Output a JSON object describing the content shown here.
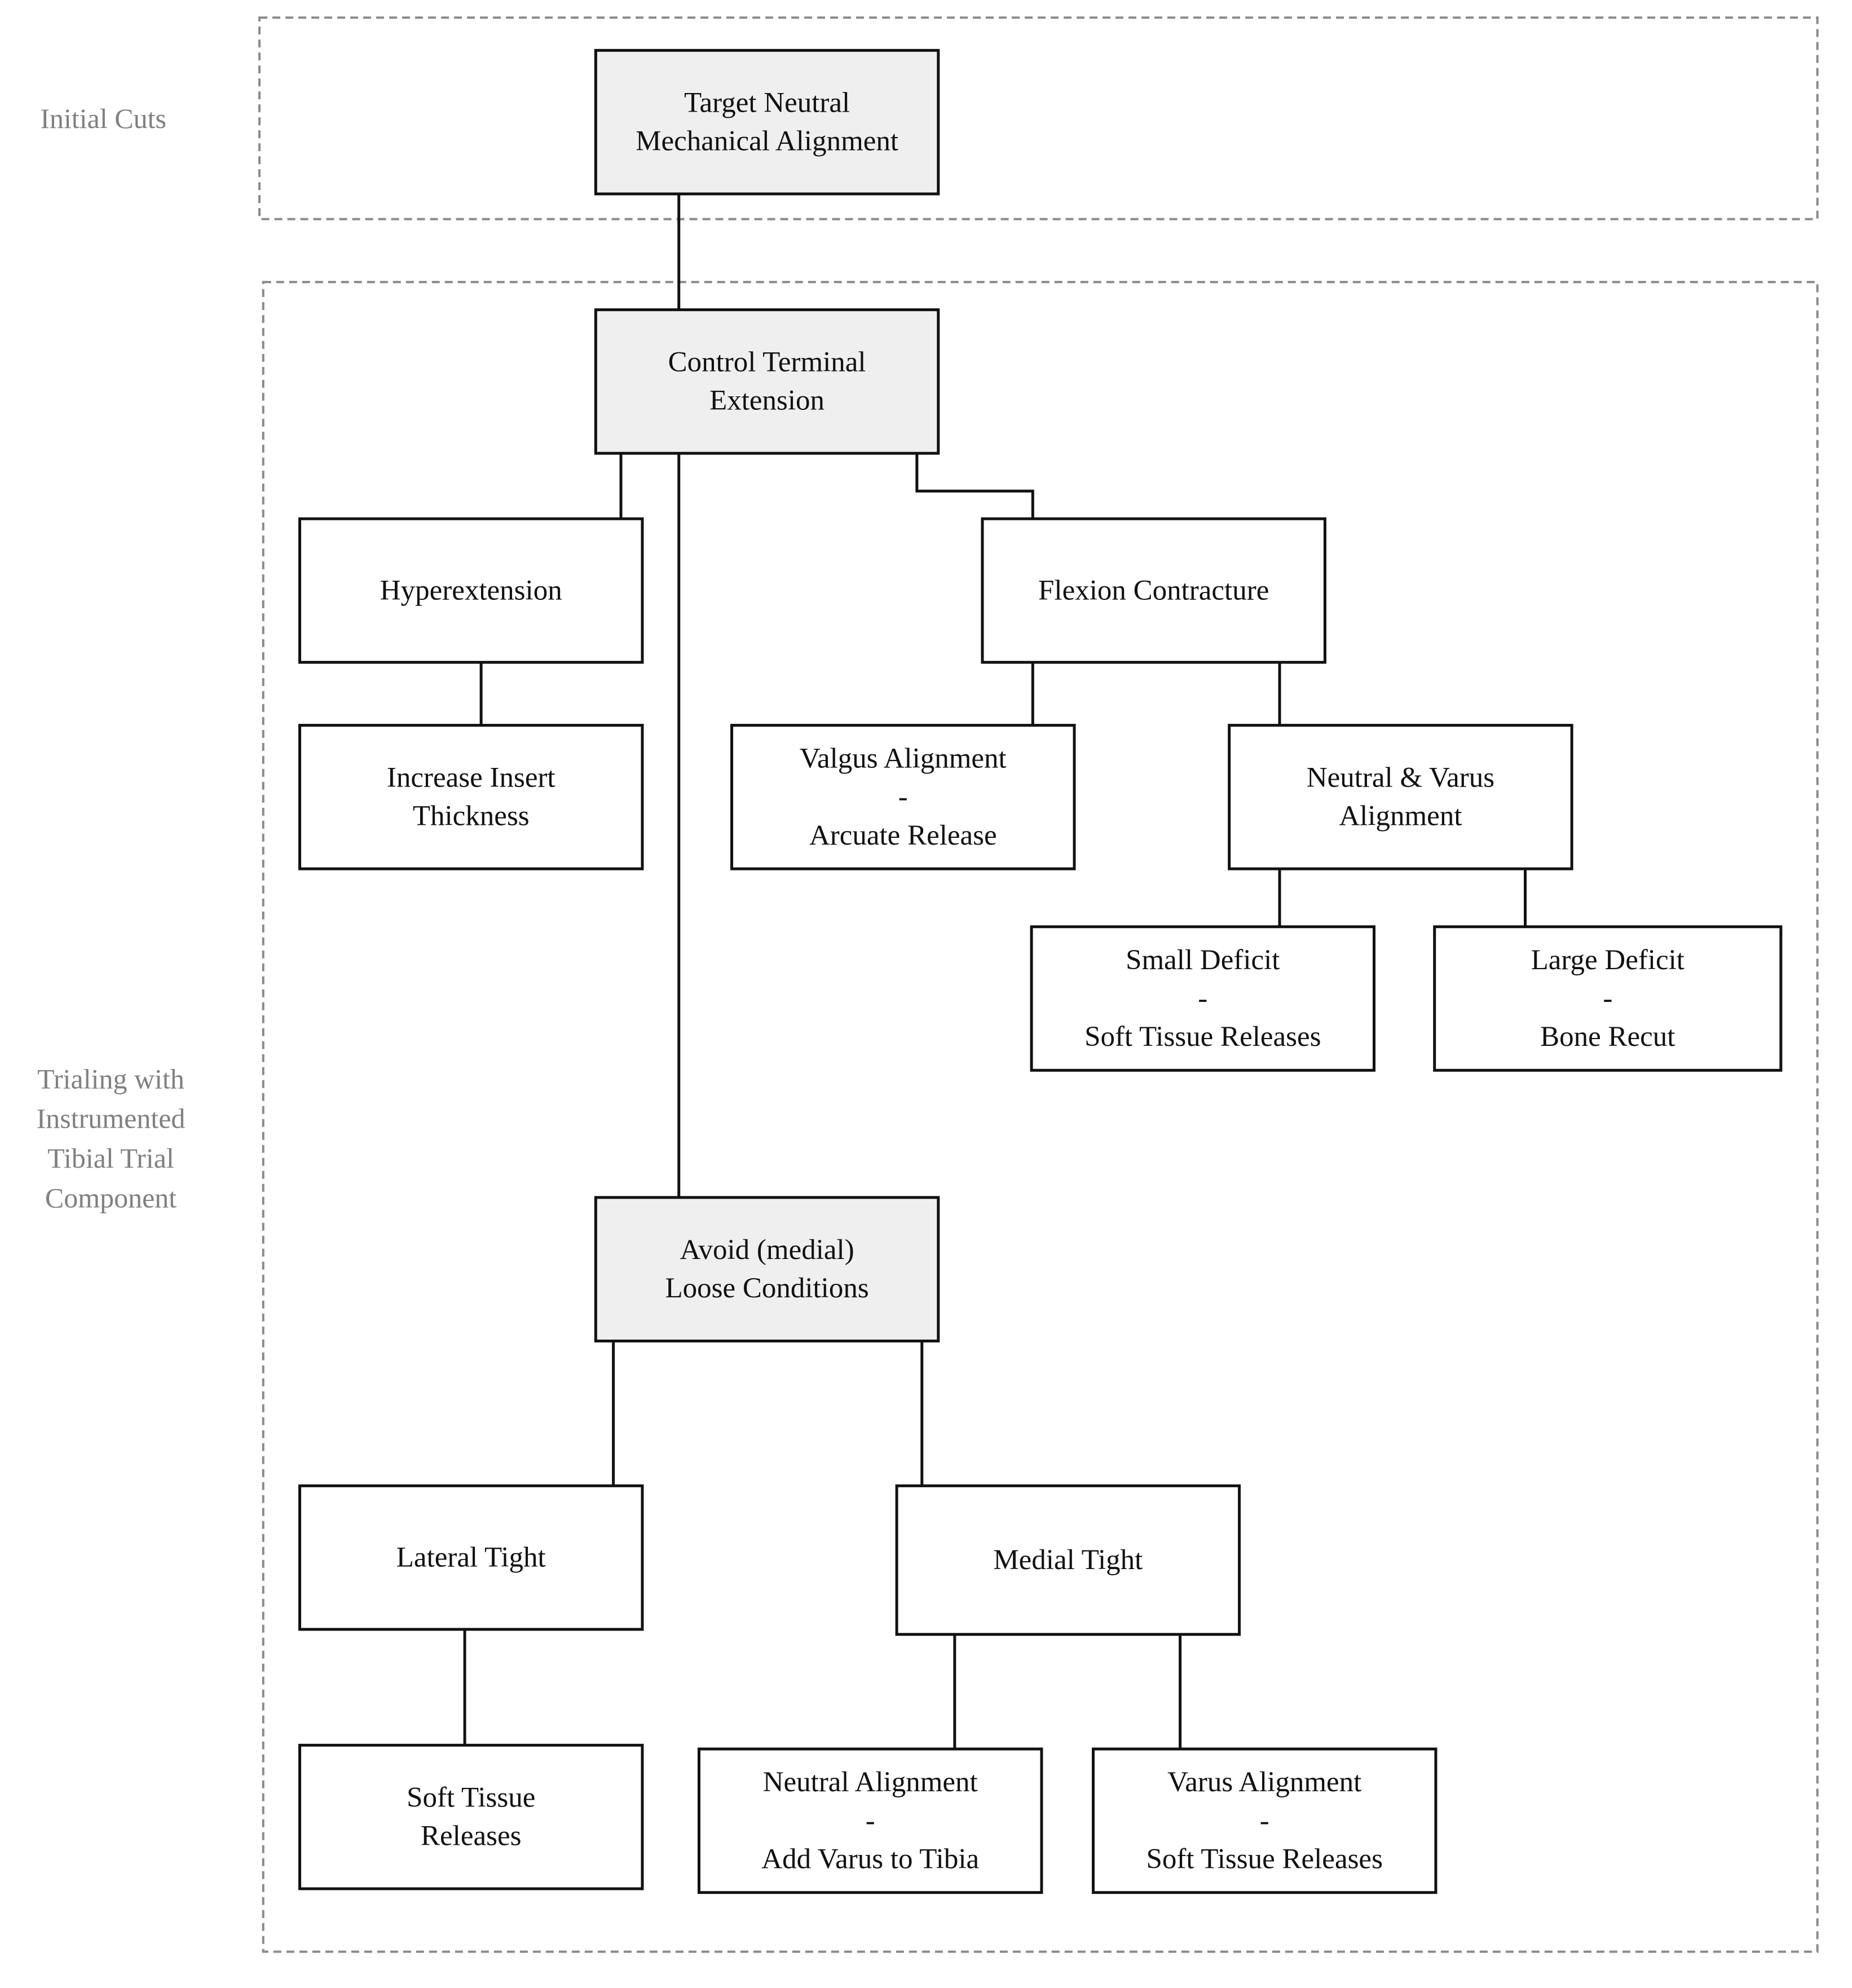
{
  "sections": [
    {
      "id": "initial-cuts",
      "label_lines": [
        "Initial Cuts"
      ]
    },
    {
      "id": "trialing",
      "label_lines": [
        "Trialing with",
        "Instrumented",
        "Tibial Trial",
        "Component"
      ]
    }
  ],
  "nodes": [
    {
      "id": "target-neutral",
      "shaded": true,
      "lines": [
        "Target Neutral",
        "Mechanical Alignment"
      ]
    },
    {
      "id": "control-terminal-extension",
      "shaded": true,
      "lines": [
        "Control Terminal",
        "Extension"
      ]
    },
    {
      "id": "hyperextension",
      "shaded": false,
      "lines": [
        "Hyperextension"
      ]
    },
    {
      "id": "flexion-contracture",
      "shaded": false,
      "lines": [
        "Flexion Contracture"
      ]
    },
    {
      "id": "increase-insert-thickness",
      "shaded": false,
      "lines": [
        "Increase Insert",
        "Thickness"
      ]
    },
    {
      "id": "valgus-alignment",
      "shaded": false,
      "lines": [
        "Valgus Alignment",
        "-",
        "Arcuate Release"
      ]
    },
    {
      "id": "neutral-varus-alignment",
      "shaded": false,
      "lines": [
        "Neutral & Varus",
        "Alignment"
      ]
    },
    {
      "id": "small-deficit",
      "shaded": false,
      "lines": [
        "Small Deficit",
        "-",
        "Soft Tissue Releases"
      ]
    },
    {
      "id": "large-deficit",
      "shaded": false,
      "lines": [
        "Large Deficit",
        "-",
        "Bone Recut"
      ]
    },
    {
      "id": "avoid-loose-conditions",
      "shaded": true,
      "lines": [
        "Avoid (medial)",
        "Loose Conditions"
      ]
    },
    {
      "id": "lateral-tight",
      "shaded": false,
      "lines": [
        "Lateral Tight"
      ]
    },
    {
      "id": "medial-tight",
      "shaded": false,
      "lines": [
        "Medial Tight"
      ]
    },
    {
      "id": "soft-tissue-releases",
      "shaded": false,
      "lines": [
        "Soft Tissue",
        "Releases"
      ]
    },
    {
      "id": "neutral-alignment",
      "shaded": false,
      "lines": [
        "Neutral Alignment",
        "-",
        "Add Varus to Tibia"
      ]
    },
    {
      "id": "varus-alignment",
      "shaded": false,
      "lines": [
        "Varus Alignment",
        "-",
        "Soft Tissue Releases"
      ]
    }
  ],
  "edges": [
    {
      "from": "target-neutral",
      "to": "control-terminal-extension"
    },
    {
      "from": "control-terminal-extension",
      "to": "hyperextension"
    },
    {
      "from": "control-terminal-extension",
      "to": "flexion-contracture"
    },
    {
      "from": "control-terminal-extension",
      "to": "avoid-loose-conditions"
    },
    {
      "from": "hyperextension",
      "to": "increase-insert-thickness"
    },
    {
      "from": "flexion-contracture",
      "to": "valgus-alignment"
    },
    {
      "from": "flexion-contracture",
      "to": "neutral-varus-alignment"
    },
    {
      "from": "neutral-varus-alignment",
      "to": "small-deficit"
    },
    {
      "from": "neutral-varus-alignment",
      "to": "large-deficit"
    },
    {
      "from": "avoid-loose-conditions",
      "to": "lateral-tight"
    },
    {
      "from": "avoid-loose-conditions",
      "to": "medial-tight"
    },
    {
      "from": "lateral-tight",
      "to": "soft-tissue-releases"
    },
    {
      "from": "medial-tight",
      "to": "neutral-alignment"
    },
    {
      "from": "medial-tight",
      "to": "varus-alignment"
    }
  ],
  "colors": {
    "shaded_fill": "#efefef",
    "plain_fill": "#ffffff",
    "stroke": "#111111",
    "section_border": "#8a8a8a",
    "section_label": "#808080"
  }
}
